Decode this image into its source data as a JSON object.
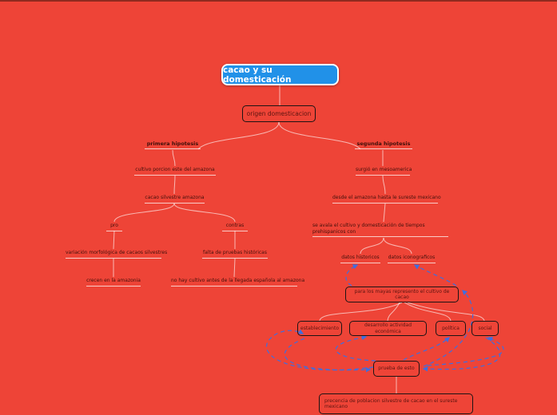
{
  "colors": {
    "background": "#ee4437",
    "top_strip": "#8f2a1f",
    "root_bg": "#2191e8",
    "root_border": "#ffffff",
    "box_border": "#1c1414",
    "node_text": "#41100b",
    "connector": "#f2cfc8",
    "arrow_blue": "#3e6ee0"
  },
  "root": {
    "label": "cacao y su domesticación"
  },
  "nodes": {
    "origen": "origen domesticacion",
    "primera": "primera hipotesis",
    "segunda": "segunda hipotesis",
    "cultivo_porcion": "cultivo porcion este del amazona",
    "cacao_silvestre": "cacao silvestre amazona",
    "pro": "pro",
    "contras": "contras",
    "variacion": "variación morfológica de cacaos silvestres",
    "crecen": "crecen en la amazonia",
    "falta": "falta de pruebas históricas",
    "no_hay": "no hay cultivo antes de la llegada española al amazona",
    "surgio": "surgió en mesoamerica",
    "desde": "desde el amazona hasta le sureste mexicano",
    "se_avala": "se avala el cultivo y domesticación de tiempos prehispanicos con",
    "datos_historicos": "datos historicos",
    "datos_iconograficos": "datos iconograficos",
    "para_mayas": "para los mayas represento el cultivo de cacao",
    "establecimiento": "establecimiento",
    "desarrollo": "desarrollo actividad económica",
    "politica": "política",
    "social": "social",
    "prueba": "prueba de esto",
    "precencia": "precencia de poblacion silvestre de cacao en el sureste mexicano"
  }
}
